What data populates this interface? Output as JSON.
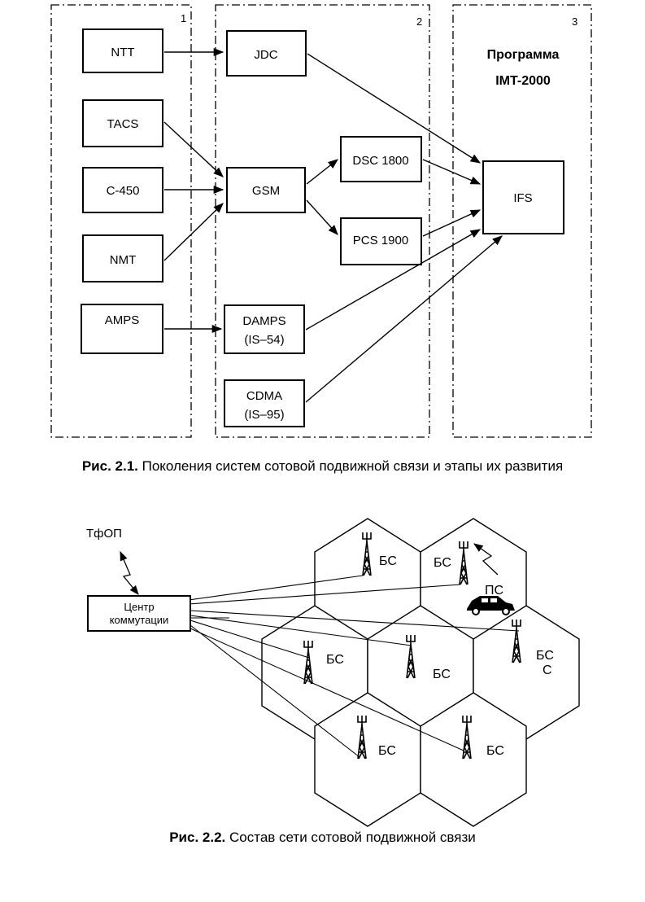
{
  "figure1": {
    "column_numbers": [
      "1",
      "2",
      "3"
    ],
    "program_title": "Программа",
    "program_name": "IMT-2000",
    "systems": {
      "ntt": "NTT",
      "tacs": "TACS",
      "c450": "C-450",
      "nmt": "NMT",
      "amps": "AMPS",
      "jdc": "JDC",
      "gsm": "GSM",
      "dsc1800": "DSC 1800",
      "pcs1900": "PCS 1900",
      "damps_1": "DAMPS",
      "damps_2": "(IS–54)",
      "cdma_1": "CDMA",
      "cdma_2": "(IS–95)",
      "ifs": "IFS"
    },
    "caption_label": "Рис. 2.1.",
    "caption_text": " Поколения систем сотовой подвижной связи и этапы их развития"
  },
  "figure2": {
    "pstn": "ТфОП",
    "switch_center_1": "Центр",
    "switch_center_2": "коммутации",
    "base_station": "БС",
    "mobile_station": "ПС",
    "extra_letter": "С",
    "caption_label": "Рис. 2.2.",
    "caption_text": " Состав сети сотовой подвижной связи"
  }
}
